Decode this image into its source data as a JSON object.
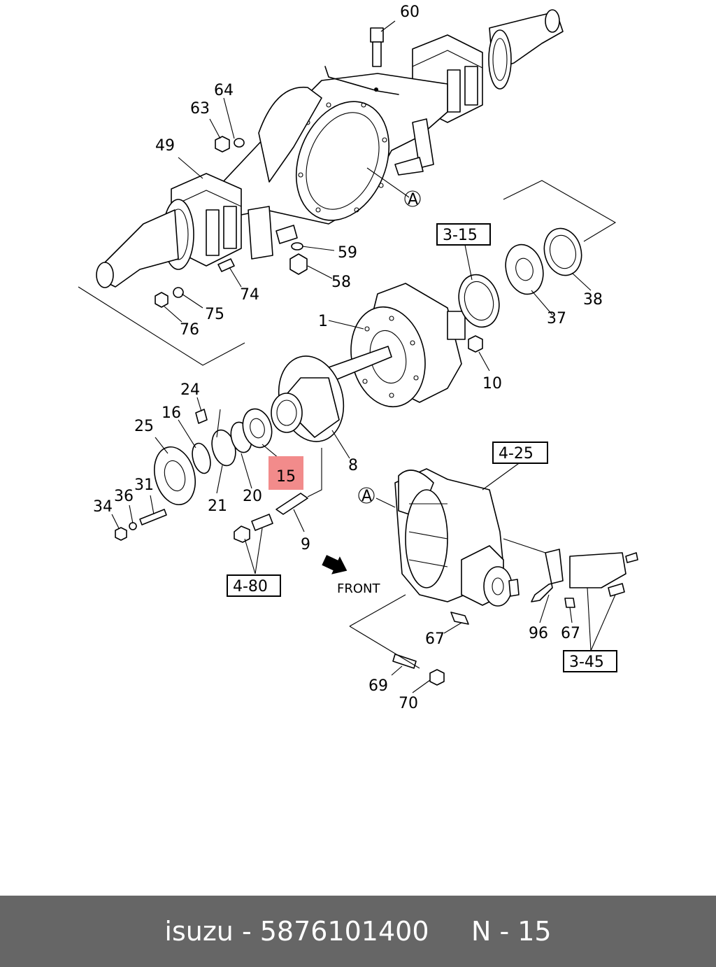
{
  "footer": {
    "brand": "isuzu",
    "separator1": " - ",
    "part_number": "5876101400",
    "gap": "     ",
    "section": "N - 15"
  },
  "callouts": {
    "c60": "60",
    "c64": "64",
    "c63": "63",
    "c49": "49",
    "cA1": "A",
    "c59": "59",
    "c58": "58",
    "c74": "74",
    "c75": "75",
    "c76": "76",
    "c1": "1",
    "c10": "10",
    "c37": "37",
    "c38": "38",
    "c24": "24",
    "c16": "16",
    "c25": "25",
    "c8": "8",
    "c21": "21",
    "c20": "20",
    "c15": "15",
    "c31": "31",
    "c36": "36",
    "c34": "34",
    "c9": "9",
    "cA2": "A",
    "c67a": "67",
    "c96": "96",
    "c67b": "67",
    "c69": "69",
    "c70": "70"
  },
  "refs": {
    "r315": "3-15",
    "r425": "4-25",
    "r480": "4-80",
    "r345": "3-45"
  },
  "front_label": "FRONT",
  "highlight_color": "#f28b8b"
}
